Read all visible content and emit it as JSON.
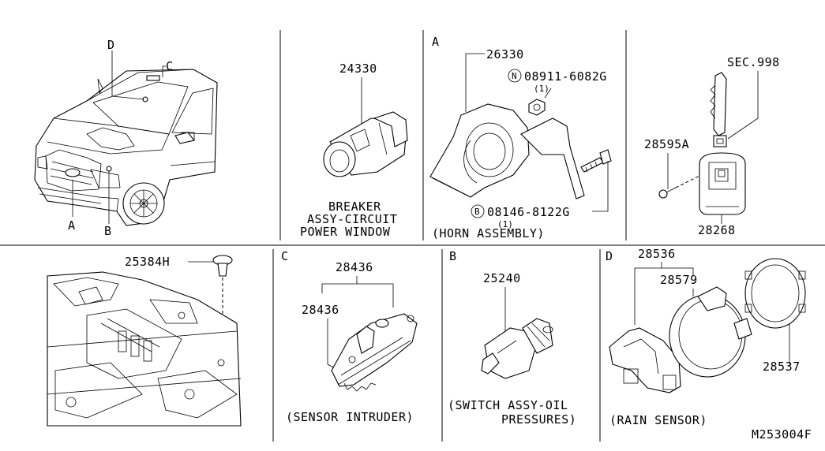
{
  "diagram": {
    "ref_code": "M253004F",
    "cells": {
      "vehicle": {
        "callouts": [
          "D",
          "C",
          "A",
          "B"
        ]
      },
      "breaker": {
        "part_number": "24330",
        "caption_lines": [
          "BREAKER",
          "ASSY-CIRCUIT",
          "POWER WINDOW"
        ]
      },
      "horn": {
        "letter": "A",
        "part_number": "26330",
        "nut_symbol": "N",
        "nut_number": "08911-6082G",
        "nut_qty": "(1)",
        "bolt_symbol": "B",
        "bolt_number": "08146-8122G",
        "bolt_qty": "(1)",
        "caption": "(HORN ASSEMBLY)"
      },
      "key": {
        "sec": "SEC.998",
        "screw_number": "28595A",
        "fob_number": "28268"
      },
      "floor": {
        "clip_number": "25384H"
      },
      "intruder": {
        "letter": "C",
        "number_top": "28436",
        "number_side": "28436",
        "caption": "(SENSOR INTRUDER)"
      },
      "oil": {
        "letter": "B",
        "part_number": "25240",
        "caption_lines": [
          "(SWITCH ASSY-OIL",
          "PRESSURES)"
        ]
      },
      "rain": {
        "letter": "D",
        "num_a": "28536",
        "num_b": "28579",
        "num_c": "28537",
        "caption": "(RAIN SENSOR)"
      }
    }
  }
}
